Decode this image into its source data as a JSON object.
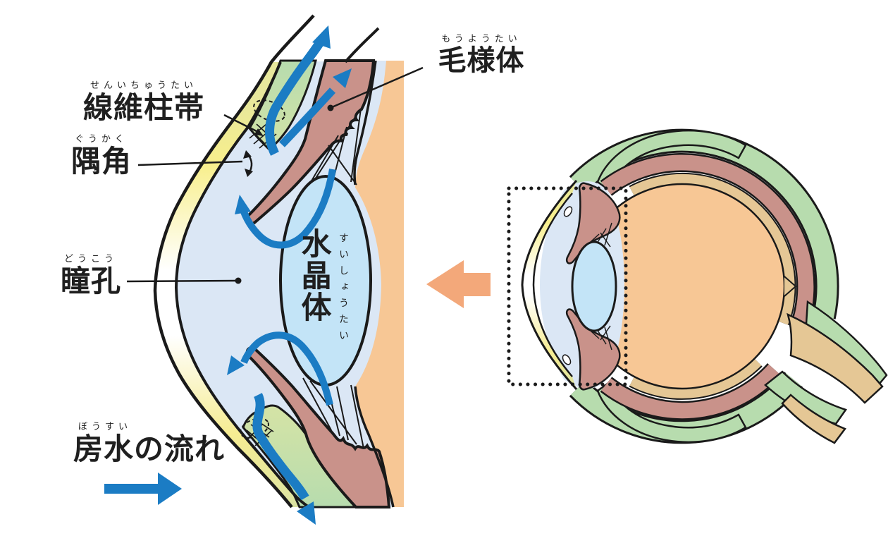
{
  "diagram": {
    "labels": {
      "ciliary_body": {
        "furigana": "もうようたい",
        "text": "毛様体"
      },
      "trabecular_meshwork": {
        "furigana": "せんいちゅうたい",
        "text": "線維柱帯"
      },
      "angle": {
        "furigana": "ぐうかく",
        "text": "隅角"
      },
      "pupil": {
        "furigana": "どうこう",
        "text": "瞳孔"
      },
      "lens": {
        "furigana": "すいしょうたい",
        "text": "水晶体"
      },
      "flow_legend": {
        "furigana": "ぼうすい",
        "text": "房水の流れ"
      }
    },
    "colors": {
      "flow_arrow_blue": "#1b7cc4",
      "magnify_arrow_orange": "#f3a87a",
      "sclera_green": "#b7dcae",
      "uvea_pink": "#c9928a",
      "aqueous_light_blue": "#dbe7f5",
      "lens_blue": "#c3e4f7",
      "vitreous_orange": "#f7c795",
      "cornea_yellow": "#f8ef8c",
      "retina_tan": "#e5c795",
      "outline_black": "#1a1a1a"
    },
    "icons": {
      "flow_legend_arrow": "blue-right-arrow",
      "magnify_link_arrow": "orange-left-arrow",
      "outflow_arrows": "blue-flow-arrows"
    }
  }
}
